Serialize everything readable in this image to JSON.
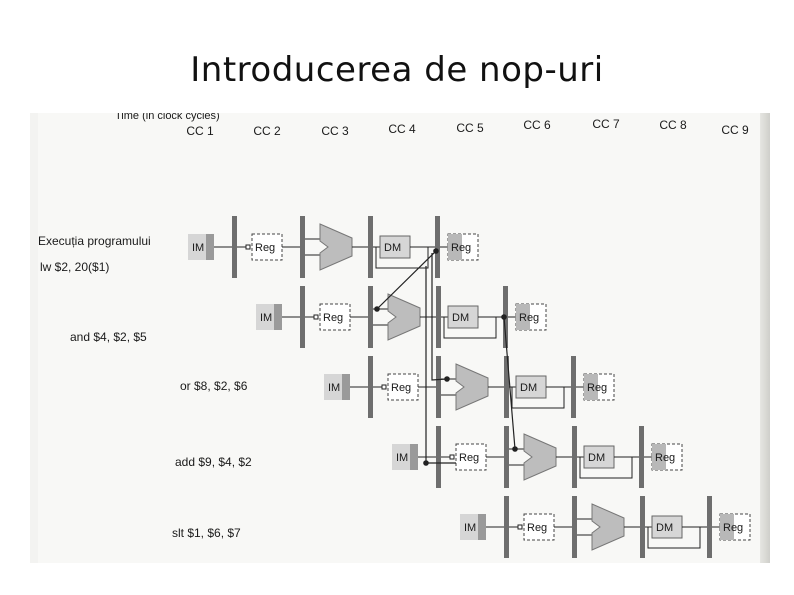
{
  "slide": {
    "title": "Introducerea de nop-uri"
  },
  "diagram": {
    "axis_caption": "Time (in clock cycles)",
    "cycles": [
      "CC 1",
      "CC 2",
      "CC 3",
      "CC 4",
      "CC 5",
      "CC 6",
      "CC 7",
      "CC 8",
      "CC 9"
    ],
    "program_label": "Execuția programului",
    "instructions": [
      {
        "text": "lw $2, 20($1)"
      },
      {
        "text": "and $4, $2, $5"
      },
      {
        "text": "or $8, $2, $6"
      },
      {
        "text": "add $9, $4, $2"
      },
      {
        "text": "slt $1, $6, $7"
      }
    ],
    "stages": {
      "im": "IM",
      "reg": "Reg",
      "dm": "DM"
    },
    "colors": {
      "register_bar": "#6e6e6e",
      "alu": "#bdbdbd",
      "block": "#d6d6d6",
      "wire": "#222222"
    }
  }
}
